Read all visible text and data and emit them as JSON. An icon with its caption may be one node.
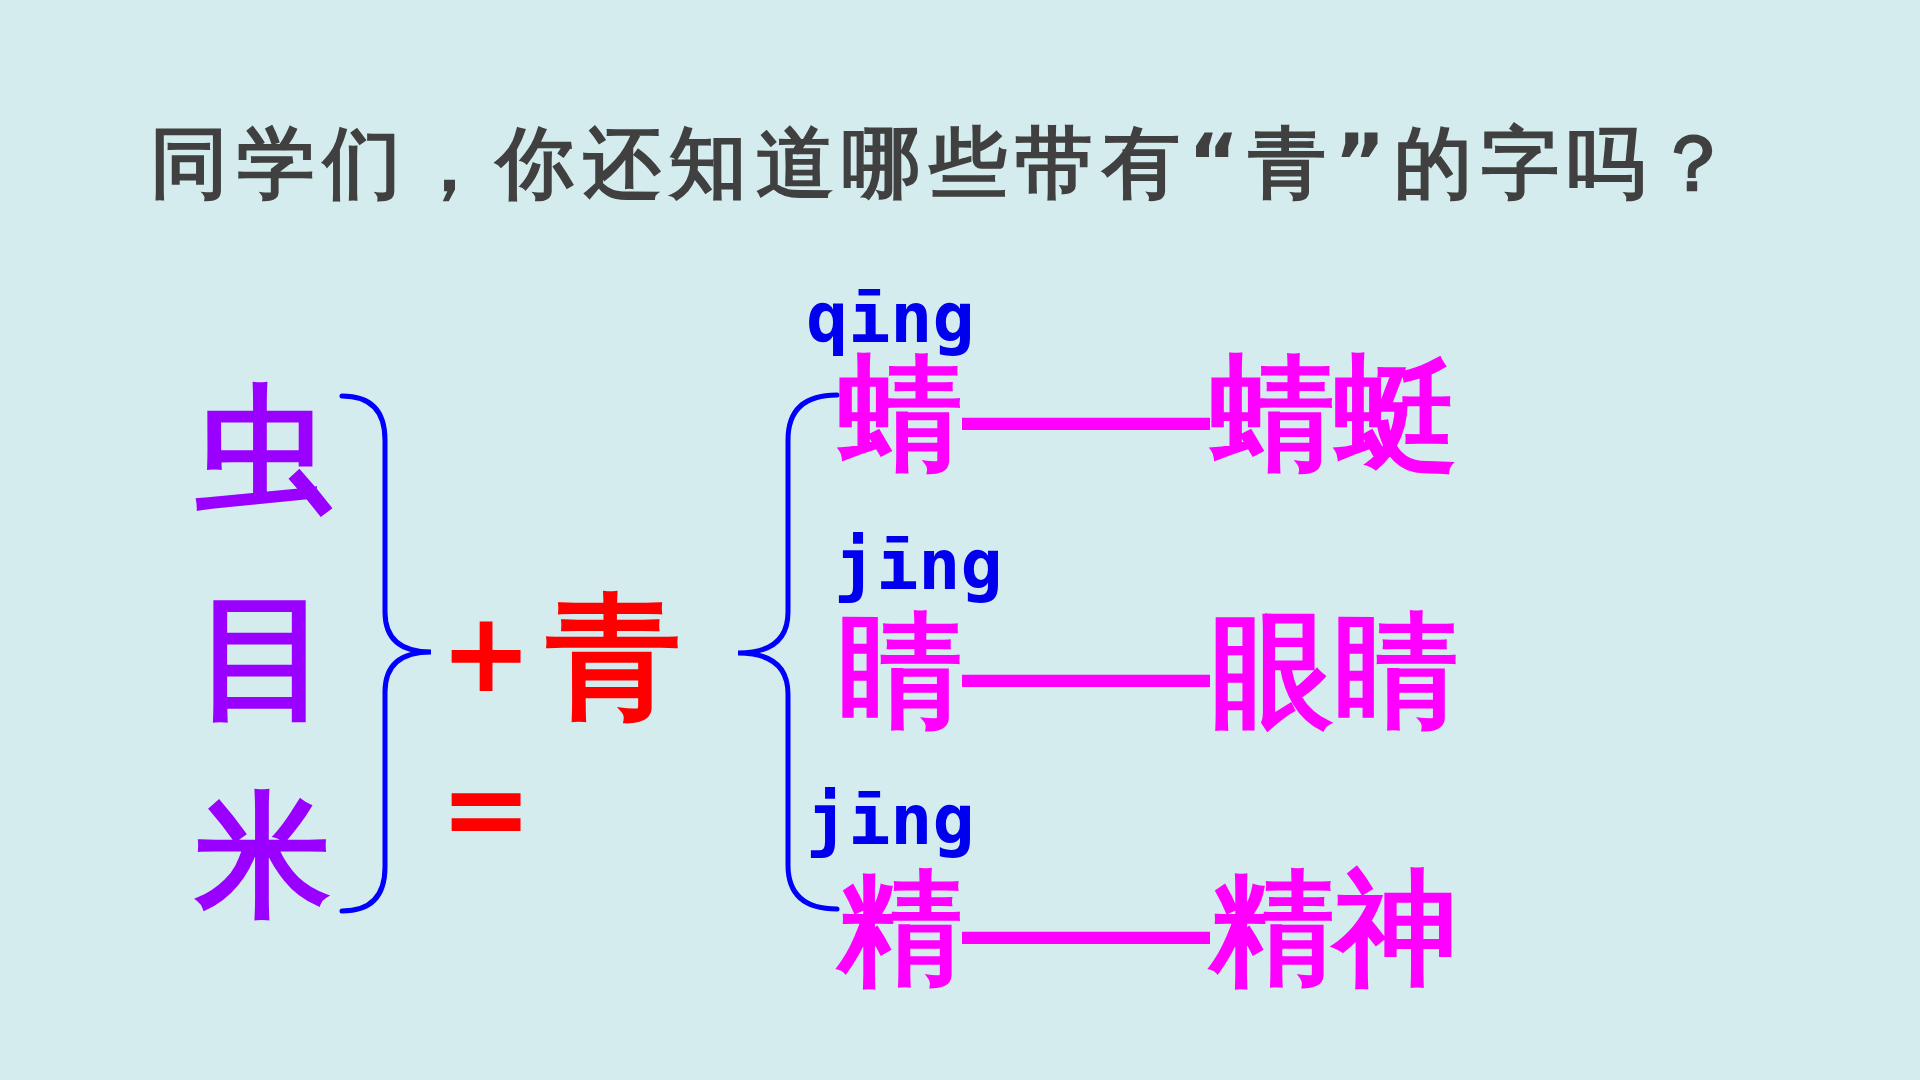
{
  "diagram": {
    "title": "同学们，你还知道哪些带有“青”的字吗？",
    "labels": [
      "虫",
      "目",
      "米",
      "+",
      "青",
      "=",
      "qīng",
      "蜻——蜻蜓",
      "jīng",
      "睛——眼睛",
      "jīng",
      "精——精神"
    ]
  }
}
